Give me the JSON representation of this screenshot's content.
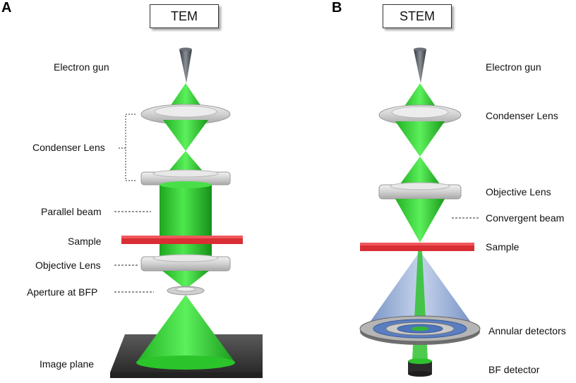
{
  "panel_a": {
    "letter": "A",
    "title": "TEM",
    "labels": {
      "electron_gun": "Electron gun",
      "condenser_lens": "Condenser Lens",
      "parallel_beam": "Parallel beam",
      "sample": "Sample",
      "objective_lens": "Objective Lens",
      "aperture": "Aperture at BFP",
      "image_plane": "Image plane"
    }
  },
  "panel_b": {
    "letter": "B",
    "title": "STEM",
    "labels": {
      "electron_gun": "Electron gun",
      "condenser_lens": "Condenser Lens",
      "objective_lens": "Objective Lens",
      "convergent_beam": "Convergent beam",
      "sample": "Sample",
      "annular_detectors": "Annular detectors",
      "bf_detector": "BF detector"
    }
  },
  "colors": {
    "beam_green": "#2ecc2e",
    "lens_silver": "#d9d9d9",
    "sample_red": "#e0343a",
    "cone_blue": "#5b7fbf",
    "plate_dark": "#3a3a3a",
    "gun_dark": "#4a4f55"
  }
}
